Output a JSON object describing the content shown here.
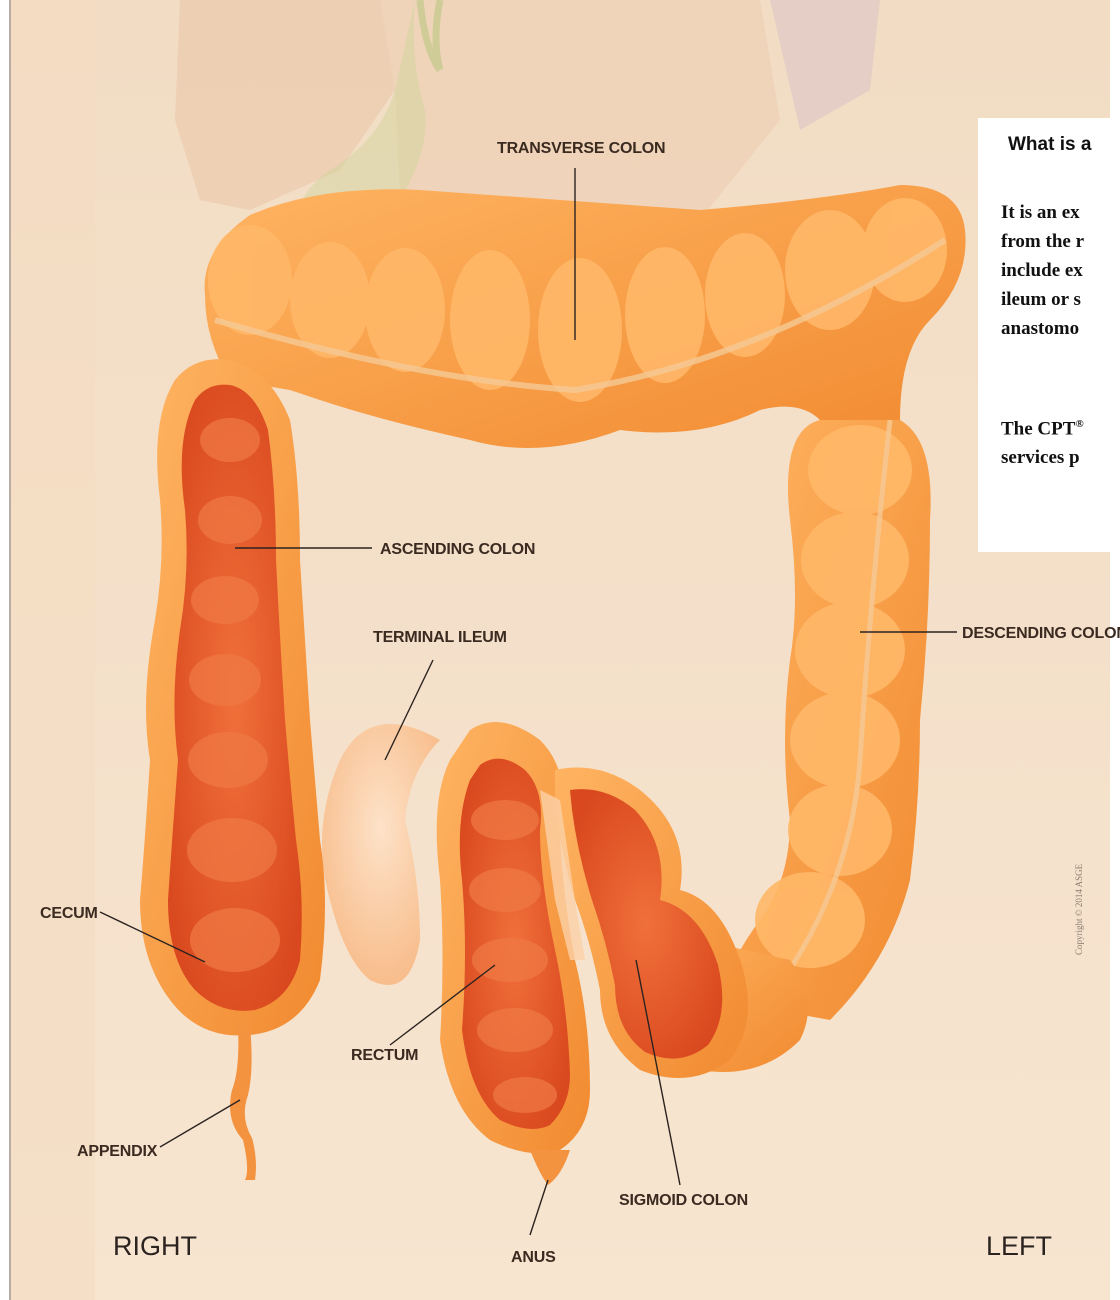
{
  "labels": {
    "transverse_colon": "TRANSVERSE COLON",
    "ascending_colon": "ASCENDING COLON",
    "descending_colon": "DESCENDING COLON",
    "terminal_ileum": "TERMINAL ILEUM",
    "cecum": "CECUM",
    "appendix": "APPENDIX",
    "rectum": "RECTUM",
    "anus": "ANUS",
    "sigmoid_colon": "SIGMOID COLON"
  },
  "orientation": {
    "right": "RIGHT",
    "left": "LEFT"
  },
  "copyright": "Copyright © 2014 ASGE",
  "info": {
    "title": "What is a",
    "para1_lines": [
      "It is an ex",
      "from the r",
      "include ex",
      "ileum or s",
      "anastomo"
    ],
    "para2_line1_pre": "The CPT",
    "para2_line1_sup": "®",
    "para2_line2": "services p"
  },
  "colors": {
    "background": "#f7e3cc",
    "colon_outer": "#f6a24a",
    "colon_inner": "#e8582a",
    "border": "#b8aca4"
  }
}
